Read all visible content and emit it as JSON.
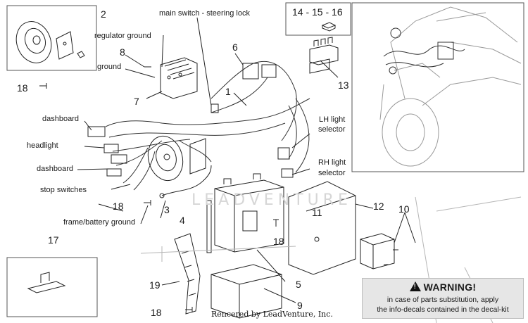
{
  "callouts": {
    "n2": "2",
    "n8": "8",
    "n18a": "18",
    "n7": "7",
    "n6": "6",
    "n1": "1",
    "n13": "13",
    "n14_15_16": "14 - 15 - 16",
    "n3": "3",
    "n18b": "18",
    "n4": "4",
    "n11": "11",
    "n12": "12",
    "n10": "10",
    "n18c": "18",
    "n17": "17",
    "n19": "19",
    "n5": "5",
    "n9": "9",
    "n18d": "18"
  },
  "labels": {
    "main_switch": "main switch - steering lock",
    "regulator_ground": "regulator ground",
    "ground": "ground",
    "dashboard_1": "dashboard",
    "headlight": "headlight",
    "dashboard_2": "dashboard",
    "stop_switches": "stop switches",
    "frame_battery_ground": "frame/battery ground",
    "lh_light_selector_1": "LH light",
    "lh_light_selector_2": "selector",
    "rh_light_selector_1": "RH light",
    "rh_light_selector_2": "selector"
  },
  "warning": {
    "title": "WARNING!",
    "line1": "in case of parts substitution, apply",
    "line2": "the info-decals contained in the decal-kit"
  },
  "watermark": "LEADVENTURE",
  "credit": "Rencered by LeadVenture, Inc."
}
